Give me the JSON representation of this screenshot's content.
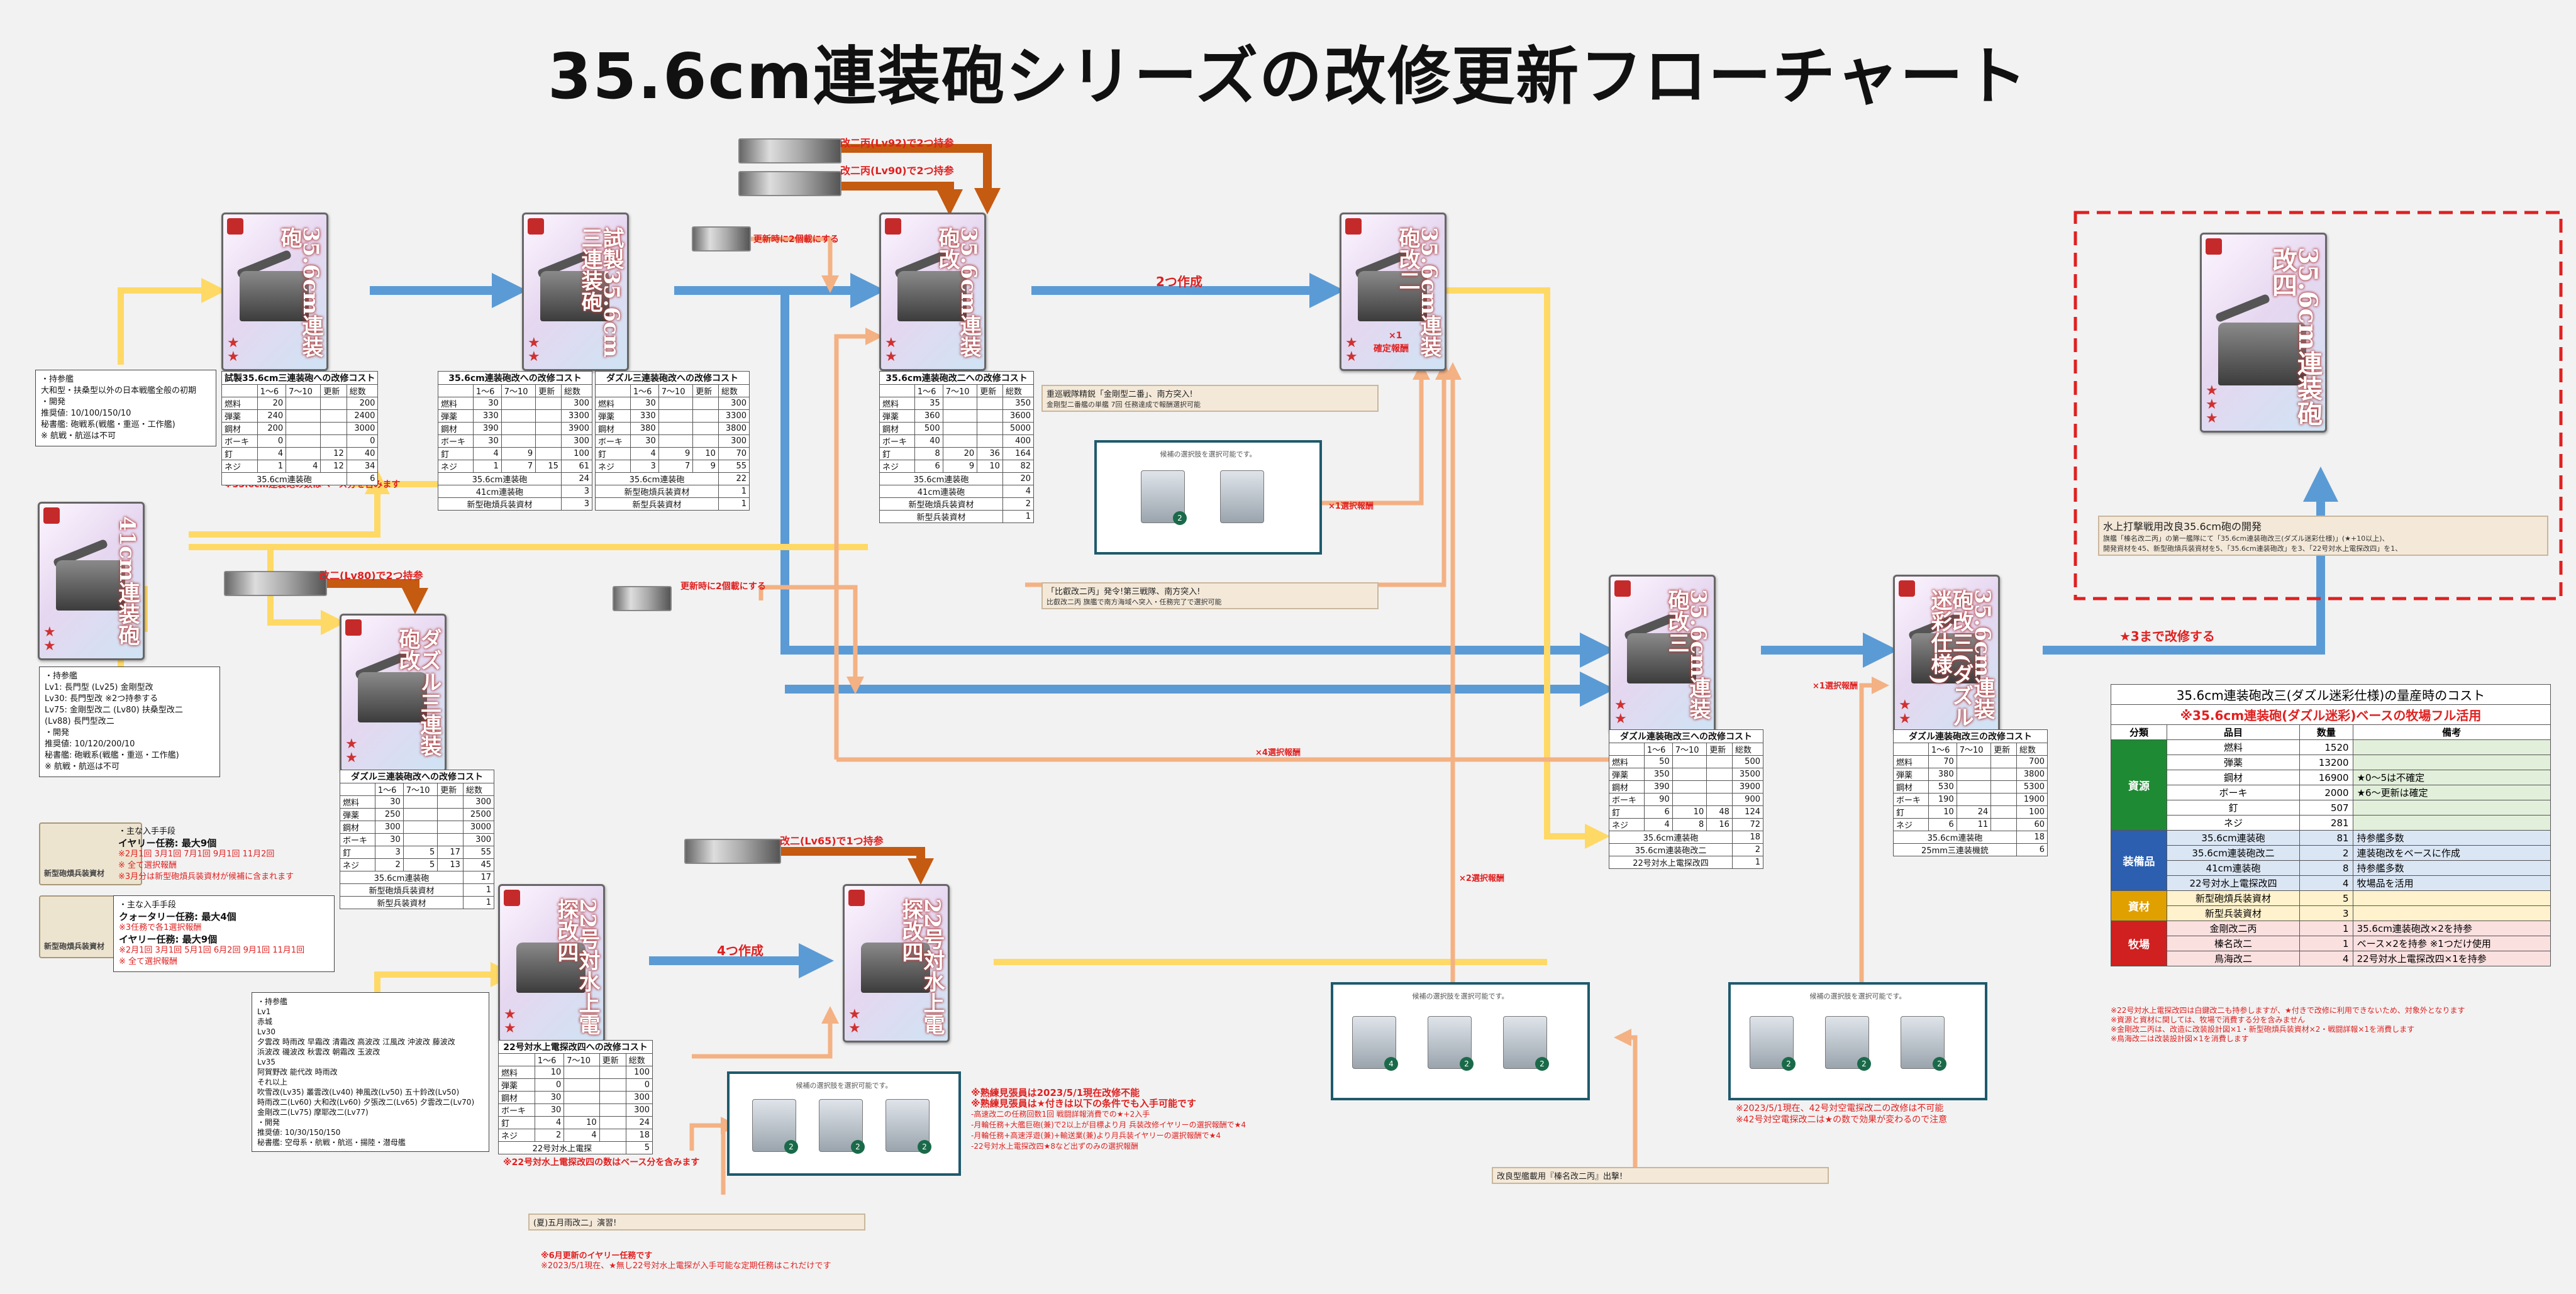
{
  "title": "35.6cm連装砲シリーズの改修更新フローチャート",
  "cards": {
    "c1": "35.6cm連装砲",
    "c2": "試製35.6cm三連装砲",
    "c3": "35.6cm連装砲改",
    "c4": "35.6cm連装砲改二",
    "c5": "41cm連装砲",
    "c6": "35.6cm連装砲改三",
    "c7": "22号対水上電探改四",
    "c8": "22号対水上電探改四",
    "c9": "ダズル三連装砲改",
    "c10": "35.6cm連装砲改三(ダズル迷彩仕様)",
    "c11": "35.6cm連装砲改四"
  },
  "labels": {
    "make2": "2つ作成",
    "make4": "4つ作成",
    "upgrade_time": "更新時に2個載にする",
    "upgrade_time2": "更新時に2個載にする",
    "kai2_lv92": "改二丙(Lv92)で2つ持参",
    "kai2_lv90": "改二丙(Lv90)で2つ持参",
    "kai2_lv80": "改二(Lv80)で2つ持参",
    "kai2_lv65": "改二(Lv65)で1つ持参",
    "x1_select": "×1選択報酬",
    "x1_sel2": "×1選択報酬",
    "x4_select": "×4選択報酬",
    "x2_select": "×2選択報酬",
    "x1_reward_c4": "×1",
    "x1_reward_c4b": "確定報酬",
    "to_3": "★3まで改修する"
  },
  "notes": {
    "n1": [
      "・持参艦",
      "大和型・扶桑型以外の日本戦艦全般の初期",
      "",
      "・開発",
      "推奨値: 10/100/150/10",
      "秘書艦: 砲戦系(戦艦・重巡・工作艦)",
      "※ 航戦・航巡は不可"
    ],
    "n2": [
      "・持参艦",
      "Lv1: 長門型 (Lv25) 金剛型改",
      "Lv30: 長門型改 ※2つ持参する",
      "Lv75: 金剛型改二 (Lv80) 扶桑型改二",
      "(Lv88) 長門型改二",
      "",
      "・開発",
      "推奨値: 10/120/200/10",
      "秘書艦: 砲戦系(戦艦・重巡・工作艦)",
      "※ 航戦・航巡は不可"
    ],
    "n3": [
      "・持参艦",
      "Lv1",
      "赤城",
      "Lv30",
      "夕雲改 時雨改 早霜改 清霜改 高波改 江風改 沖波改 藤波改",
      "浜波改 磯波改 秋雲改 朝霜改 玉波改",
      "Lv35",
      "阿賀野改 能代改 時雨改",
      "それ以上",
      "吹雪改(Lv35) 叢雲改(Lv40) 神風改(Lv50) 五十鈴改(Lv50)",
      "時雨改二(Lv60) 大和改(Lv60) 夕張改二(Lv65) 夕雲改二(Lv70)",
      "金剛改二(Lv75) 摩耶改二(Lv77)",
      "",
      "・開発",
      "推奨値: 10/30/150/150",
      "秘書艦: 空母系・航戦・航巡・揚陸・潜母艦"
    ],
    "red1": "※35.6cm連装砲の数はベース分を含みます",
    "red2": "※22号対水上電探改四の数はベース分を含みます",
    "q1_title": "・主な入手手段",
    "q1_sub": "イヤリー任務: 最大9個",
    "q1_l1": "※2月1回 3月1回 7月1回 9月1回 11月2回",
    "q1_l2": "※ 全て選択報酬",
    "q1_l3": "※3月分は新型砲熕兵装資材が候補に含まれます",
    "q2_title": "・主な入手手段",
    "q2_sub1": "クォータリー任務: 最大4個",
    "q2_l1": "※3任務で各1選択報酬",
    "q2_sub2": "イヤリー任務: 最大9個",
    "q2_l2": "※2月1回 3月1回 5月1回 6月2回 9月1回 11月1回",
    "q2_l3": "※ 全て選択報酬",
    "m1": "新型砲熕兵装資材",
    "m2": "新型砲熕兵装資材",
    "warn1": "※熟練見張員は2023/5/1現在改修不能",
    "warn2": "※熟練見張員は★付きは以下の条件でも入手可能です",
    "warn3": "-高速改二の任務回数1回 戦闘詳報消費での★+2入手",
    "warn4": "-月輪任務+大艦巨砲(兼)で2以上が目標より月 兵装改修イヤリーの選択報酬で★4",
    "warn5": "-月輪任務+高速浮遊(兼)+輸送業(兼)より月兵装イヤリーの選択報酬で★4",
    "warn6": "-22号対水上電探改四★8など出ずのみの選択報酬",
    "warn7": "※2023/5/1現在、42号対空電探改二の改修は不可能",
    "warn8": "※42号対空電探改二は★の数で効果が変わるので注意",
    "warn9": "※6月更新のイヤリー任務です",
    "warn10": "※2023/5/1現在、★無し22号対水上電探が入手可能な定期任務はこれだけです"
  },
  "panel_hint": "候補の選択肢を選択可能です。",
  "quests": {
    "qa": "重巡戦隊精鋭「金剛型二番」、南方突入!",
    "qa_sub": "金剛型二番艦の単艦 7回 任務達成で報酬選択可能",
    "qb": "「比叡改二丙」発令!第三戦隊、南方突入!",
    "qb_sub": "比叡改二丙 旗艦で南方海域へ突入・任務完了で選択可能",
    "qc": "水上打撃戦用改良35.6cm砲の開発",
    "qc_sub": "旗艦「榛名改二丙」の第一艦隊にて「35.6cm連装砲改三(ダズル迷彩仕様)」(★+10以上)、",
    "qc_sub2": "開発資材を45、新型砲熕兵装資材を5、「35.6cm連装砲改」を3、「22号対水上電探改四」を1、",
    "qd": "改良型艦載用『榛名改二丙』出撃!",
    "qe": "(夏)五月雨改二」演習!"
  },
  "tables": {
    "t1": {
      "title": "試製35.6cm三連装砲への改修コスト",
      "hdr": [
        "",
        "1〜6",
        "7〜10",
        "更新",
        "総数"
      ],
      "rows": [
        [
          "燃料",
          "20",
          "",
          "",
          "200"
        ],
        [
          "弾薬",
          "240",
          "",
          "",
          "2400"
        ],
        [
          "鋼材",
          "200",
          "",
          "",
          "3000"
        ],
        [
          "ボーキ",
          "0",
          "",
          "",
          "0"
        ],
        [
          "釘",
          "4",
          "",
          "12",
          "40"
        ],
        [
          "ネジ",
          "1",
          "4",
          "12",
          "34"
        ]
      ],
      "foot": [
        [
          "35.6cm連装砲",
          "6"
        ]
      ]
    },
    "t2": {
      "title": "35.6cm連装砲改への改修コスト",
      "hdr": [
        "",
        "1〜6",
        "7〜10",
        "更新",
        "総数"
      ],
      "rows": [
        [
          "燃料",
          "30",
          "",
          "",
          "300"
        ],
        [
          "弾薬",
          "330",
          "",
          "",
          "3300"
        ],
        [
          "鋼材",
          "390",
          "",
          "",
          "3900"
        ],
        [
          "ボーキ",
          "30",
          "",
          "",
          "300"
        ],
        [
          "釘",
          "4",
          "9",
          "",
          "100"
        ],
        [
          "ネジ",
          "1",
          "7",
          "15",
          "61"
        ]
      ],
      "foot": [
        [
          "35.6cm連装砲",
          "24"
        ],
        [
          "41cm連装砲",
          "3"
        ],
        [
          "新型砲熕兵装資材",
          "3"
        ]
      ]
    },
    "t3": {
      "title": "ダズル三連装砲改への改修コスト",
      "hdr": [
        "",
        "1〜6",
        "7〜10",
        "更新",
        "総数"
      ],
      "rows": [
        [
          "燃料",
          "30",
          "",
          "",
          "300"
        ],
        [
          "弾薬",
          "330",
          "",
          "",
          "3300"
        ],
        [
          "鋼材",
          "380",
          "",
          "",
          "3800"
        ],
        [
          "ボーキ",
          "30",
          "",
          "",
          "300"
        ],
        [
          "釘",
          "4",
          "9",
          "10",
          "70"
        ],
        [
          "ネジ",
          "3",
          "7",
          "9",
          "55"
        ]
      ],
      "foot": [
        [
          "35.6cm連装砲",
          "22"
        ],
        [
          "新型砲熕兵装資材",
          "1"
        ],
        [
          "新型兵装資材",
          "1"
        ]
      ]
    },
    "t4": {
      "title": "35.6cm連装砲改二への改修コスト",
      "hdr": [
        "",
        "1〜6",
        "7〜10",
        "更新",
        "総数"
      ],
      "rows": [
        [
          "燃料",
          "35",
          "",
          "",
          "350"
        ],
        [
          "弾薬",
          "360",
          "",
          "",
          "3600"
        ],
        [
          "鋼材",
          "500",
          "",
          "",
          "5000"
        ],
        [
          "ボーキ",
          "40",
          "",
          "",
          "400"
        ],
        [
          "釘",
          "8",
          "20",
          "36",
          "164"
        ],
        [
          "ネジ",
          "6",
          "9",
          "10",
          "82"
        ]
      ],
      "foot": [
        [
          "35.6cm連装砲",
          "20"
        ],
        [
          "41cm連装砲",
          "4"
        ],
        [
          "新型砲熕兵装資材",
          "2"
        ],
        [
          "新型兵装資材",
          "1"
        ]
      ]
    },
    "t5": {
      "title": "ダズル三連装砲改への改修コスト",
      "hdr": [
        "",
        "1〜6",
        "7〜10",
        "更新",
        "総数"
      ],
      "rows": [
        [
          "燃料",
          "30",
          "",
          "",
          "300"
        ],
        [
          "弾薬",
          "250",
          "",
          "",
          "2500"
        ],
        [
          "鋼材",
          "300",
          "",
          "",
          "3000"
        ],
        [
          "ボーキ",
          "30",
          "",
          "",
          "300"
        ],
        [
          "釘",
          "3",
          "5",
          "17",
          "55"
        ],
        [
          "ネジ",
          "2",
          "5",
          "13",
          "45"
        ]
      ],
      "foot": [
        [
          "35.6cm連装砲",
          "17"
        ],
        [
          "新型砲熕兵装資材",
          "1"
        ],
        [
          "新型兵装資材",
          "1"
        ]
      ]
    },
    "t6": {
      "title": "ダズル連装砲改三への改修コスト",
      "hdr": [
        "",
        "1〜6",
        "7〜10",
        "更新",
        "総数"
      ],
      "rows": [
        [
          "燃料",
          "50",
          "",
          "",
          "500"
        ],
        [
          "弾薬",
          "350",
          "",
          "",
          "3500"
        ],
        [
          "鋼材",
          "390",
          "",
          "",
          "3900"
        ],
        [
          "ボーキ",
          "90",
          "",
          "",
          "900"
        ],
        [
          "釘",
          "6",
          "10",
          "48",
          "124"
        ],
        [
          "ネジ",
          "4",
          "8",
          "16",
          "72"
        ]
      ],
      "foot": [
        [
          "35.6cm連装砲",
          "18"
        ],
        [
          "35.6cm連装砲改二",
          "2"
        ],
        [
          "22号対水上電探改四",
          "1"
        ]
      ]
    },
    "t7": {
      "title": "ダズル連装砲改三の改修コスト",
      "hdr": [
        "",
        "1〜6",
        "7〜10",
        "更新",
        "総数"
      ],
      "rows": [
        [
          "燃料",
          "70",
          "",
          "",
          "700"
        ],
        [
          "弾薬",
          "380",
          "",
          "",
          "3800"
        ],
        [
          "鋼材",
          "530",
          "",
          "",
          "5300"
        ],
        [
          "ボーキ",
          "190",
          "",
          "",
          "1900"
        ],
        [
          "釘",
          "10",
          "24",
          "",
          "100"
        ],
        [
          "ネジ",
          "6",
          "11",
          "",
          "60"
        ]
      ],
      "foot": [
        [
          "35.6cm連装砲",
          "18"
        ],
        [
          "25mm三連装機銃",
          "6"
        ]
      ]
    },
    "t8": {
      "title": "22号対水上電探改四への改修コスト",
      "hdr": [
        "",
        "1〜6",
        "7〜10",
        "更新",
        "総数"
      ],
      "rows": [
        [
          "燃料",
          "10",
          "",
          "",
          "100"
        ],
        [
          "弾薬",
          "0",
          "",
          "",
          "0"
        ],
        [
          "鋼材",
          "30",
          "",
          "",
          "300"
        ],
        [
          "ボーキ",
          "30",
          "",
          "",
          "300"
        ],
        [
          "釘",
          "4",
          "10",
          "",
          "24"
        ],
        [
          "ネジ",
          "2",
          "4",
          "",
          "18"
        ]
      ],
      "foot": [
        [
          "22号対水上電探",
          "5"
        ]
      ]
    }
  },
  "bigtable": {
    "title": "35.6cm連装砲改三(ダズル迷彩仕様)の量産時のコスト",
    "subtitle": "※35.6cm連装砲(ダズル迷彩)ベースの牧場フル活用",
    "hdr": [
      "分類",
      "品目",
      "数量",
      "備考"
    ],
    "groups": [
      {
        "cat": "資源",
        "color": "#1f8a34",
        "rows": [
          [
            "燃料",
            "1520",
            ""
          ],
          [
            "弾薬",
            "13200",
            ""
          ],
          [
            "鋼材",
            "16900",
            "★0〜5は不確定"
          ],
          [
            "ボーキ",
            "2000",
            "★6〜更新は確定"
          ],
          [
            "釘",
            "507",
            ""
          ],
          [
            "ネジ",
            "281",
            ""
          ]
        ]
      },
      {
        "cat": "装備品",
        "color": "#2c5fb0",
        "rows": [
          [
            "35.6cm連装砲",
            "81",
            "持参艦多数"
          ],
          [
            "35.6cm連装砲改二",
            "2",
            "連装砲改をベースに作成"
          ],
          [
            "41cm連装砲",
            "8",
            "持参艦多数"
          ],
          [
            "22号対水上電探改四",
            "4",
            "牧場品を活用"
          ]
        ]
      },
      {
        "cat": "資材",
        "color": "#e0a000",
        "rows": [
          [
            "新型砲熕兵装資材",
            "5",
            ""
          ],
          [
            "新型兵装資材",
            "3",
            ""
          ]
        ]
      },
      {
        "cat": "牧場",
        "color": "#d02020",
        "rows": [
          [
            "金剛改二丙",
            "1",
            "35.6cm連装砲改×2を持参"
          ],
          [
            "榛名改二",
            "1",
            "ベース×2を持参 ※1つだけ使用"
          ],
          [
            "鳥海改二",
            "4",
            "22号対水上電探改四×1を持参"
          ]
        ]
      }
    ],
    "foot": [
      "※22号対水上電探改四は白鍵改二も持参しますが、★付きで改修に利用できないため、対象外となります",
      "※資源と資材に関しては、牧場で消費する分を含みません",
      "※金剛改二丙は、改造に改装設計図×1・新型砲熕兵装資材×2・戦闘詳報×1を消費します",
      "※鳥海改二は改装設計図×1を消費します"
    ]
  },
  "colors": {
    "blue": "#5b9bd5",
    "yellow": "#ffd966",
    "orange": "#c55a11",
    "peach": "#f4b183",
    "red": "#e02020",
    "panel": "#1e5a6c"
  }
}
